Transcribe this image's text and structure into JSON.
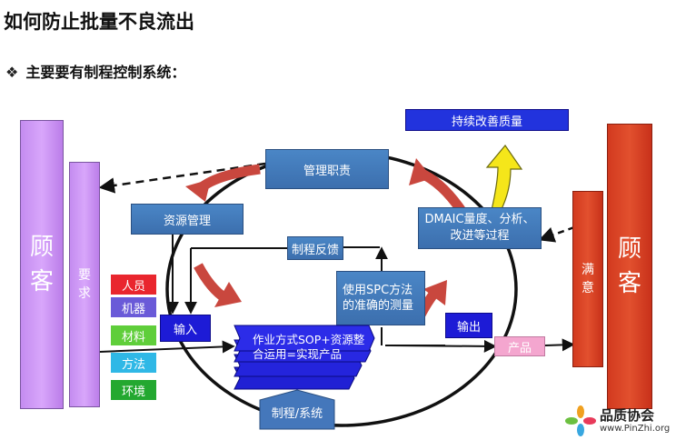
{
  "title": "如何防止批量不良流出",
  "subtitle": "主要要有制程控制系统：",
  "subtitle_marker": "❖",
  "left_customer": [
    "顾",
    "客"
  ],
  "requirement": [
    "要",
    "求"
  ],
  "right_customer": [
    "顾",
    "客"
  ],
  "satisfaction": [
    "满",
    "意"
  ],
  "boxes": {
    "continuous_improvement": "持续改善质量",
    "management_duty": "管理职责",
    "resource_management": "资源管理",
    "control_feedback": "制程反馈",
    "dmaic": "DMAIC量度、分析、改进等过程",
    "spc": "使用SPC方法的准确的测量",
    "input": "输入",
    "output": "输出",
    "product": "产品",
    "operation": "作业方式SOP+资源整合运用=实现产品",
    "process_system": "制程/系统"
  },
  "inputs_4m": [
    {
      "label": "人员",
      "color": "#e9262e"
    },
    {
      "label": "机器",
      "color": "#6a5ad8"
    },
    {
      "label": "材料",
      "color": "#5fce3a"
    },
    {
      "label": "方法",
      "color": "#2fb8e6"
    },
    {
      "label": "环境",
      "color": "#23a830"
    }
  ],
  "logo": {
    "name": "品质协会",
    "url": "www.PinZhi.org"
  },
  "colors": {
    "purple_bar": "#d09af7",
    "red_bar": "#dd4728",
    "box_blue": "#4477bb",
    "dark_blue": "#1d1bd6",
    "curved_arrow": "#c9473e",
    "yellow_arrow": "#f5e61a"
  }
}
